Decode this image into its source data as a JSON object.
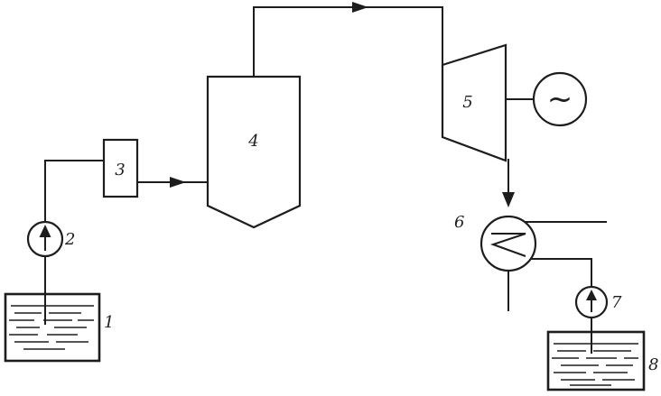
{
  "colors": {
    "line": "#1d1d1d",
    "background": "#ffffff"
  },
  "labels": {
    "tank_left": "1",
    "pump_left": "2",
    "heater": "3",
    "boiler": "4",
    "turbine": "5",
    "condenser": "6",
    "pump_right": "7",
    "tank_right": "8"
  },
  "generator": {
    "symbol": "~"
  }
}
